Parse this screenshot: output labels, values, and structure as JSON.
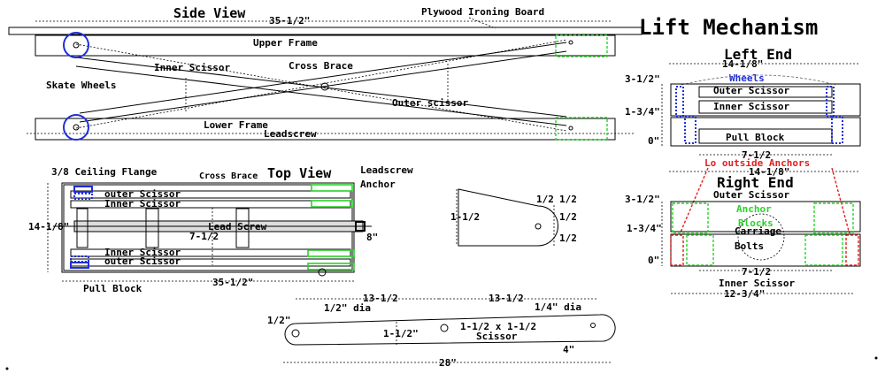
{
  "side_view": {
    "title": "Side View",
    "board_label": "Plywood Ironing Board",
    "length": "35-1/2\"",
    "upper_frame": "Upper Frame",
    "inner_scissor": "Inner Scissor",
    "cross_brace": "Cross Brace",
    "skate_wheels": "Skate Wheels",
    "outer_scissor": "Outer scissor",
    "lower_frame": "Lower Frame",
    "leadscrew": "Leadscrew"
  },
  "top_view": {
    "title": "Top View",
    "ceiling_flange": "3/8 Ceiling Flange",
    "cross_brace": "Cross Brace",
    "leadscrew_anchor_1": "Leadscrew",
    "leadscrew_anchor_2": "Anchor",
    "outer_scissor_top": "outer Scissor",
    "inner_scissor_top": "Inner Scissor",
    "width": "14-1/8\"",
    "lead_screw": "Lead Screw",
    "gap": "7-1/2",
    "screw_dim": "8\"",
    "inner_scissor_bottom": "Inner Scissor",
    "outer_scissor_bottom": "outer Scissor",
    "pull_block": "Pull Block",
    "length": "35-1/2\""
  },
  "pivot_detail": {
    "height": "1-1/2",
    "dims": [
      "1/2",
      "1/2",
      "1/2",
      "1/2"
    ]
  },
  "scissor_detail": {
    "span_left": "13-1/2",
    "span_right": "13-1/2",
    "left_hole": "1/2\" dia",
    "right_hole": "1/4\" dia",
    "end_radius": "1/2\"",
    "height": "1-1/2\"",
    "name_line1": "1-1/2 x 1-1/2",
    "name_line2": "Scissor",
    "end_offset": "4\"",
    "total": "28\""
  },
  "lift": {
    "title": "Lift Mechanism",
    "left_end": {
      "title": "Left End",
      "width": "14-1/8\"",
      "wheels": "Wheels",
      "outer_scissor": "Outer Scissor",
      "inner_scissor": "Inner Scissor",
      "pull_block": "Pull Block",
      "h1": "3-1/2\"",
      "h2": "1-3/4\"",
      "h3": "0\"",
      "gap": "7-1/2"
    },
    "anchors_label": "Lo outside Anchors",
    "right_end": {
      "title": "Right End",
      "width": "14-1/8\"",
      "outer_scissor": "Outer Scissor",
      "anchor_blocks_1": "Anchor",
      "anchor_blocks_2": "Blocks",
      "carriage": "Carriage",
      "bolts": "Bolts",
      "h1": "3-1/2\"",
      "h2": "1-3/4\"",
      "h3": "0\"",
      "gap": "7-1/2",
      "inner_scissor": "Inner Scissor",
      "base": "12-3/4\""
    }
  },
  "colors": {
    "wheels": "#1f2fd6",
    "anchors": "#28d428",
    "outside_anchors": "#e02020"
  }
}
